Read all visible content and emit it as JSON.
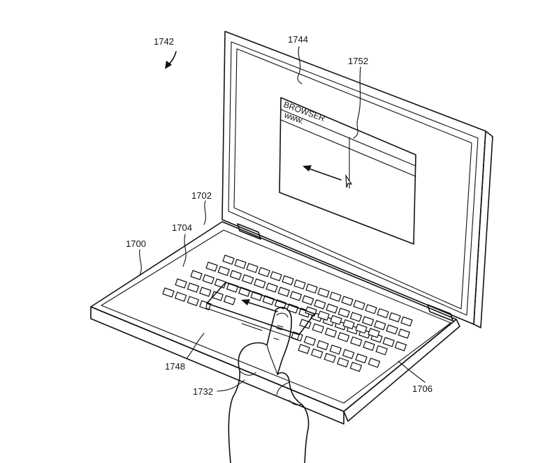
{
  "screen": {
    "browser_title": "BROWSER",
    "address_text": "www."
  },
  "reference_numerals": {
    "device": "1742",
    "display": "1744",
    "window": "1752",
    "base": "1702",
    "surface": "1704",
    "housing": "1700",
    "touch_region": "1748",
    "keyboard": "1706",
    "finger": "1732"
  },
  "colors": {
    "line": "#111111",
    "background": "#ffffff"
  }
}
